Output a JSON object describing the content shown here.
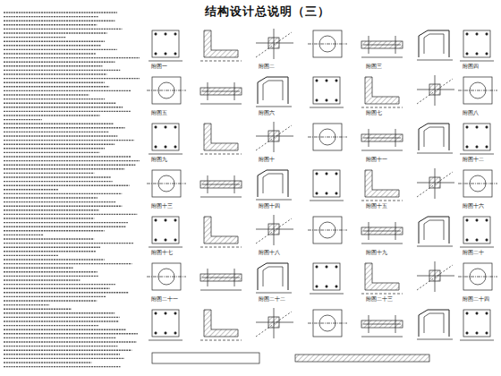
{
  "diagram": {
    "title": "结构设计总说明（三）",
    "labels": [
      "附图一",
      "附图二",
      "附图三",
      "附图四",
      "附图五",
      "附图六",
      "附图七",
      "附图八",
      "附图九",
      "附图十",
      "附图十一",
      "附图十二",
      "附图十三",
      "附图十四",
      "附图十五",
      "附图十六",
      "附图十七",
      "附图十八",
      "附图十九",
      "附图二十",
      "附图二十一",
      "附图二十二",
      "附图二十三",
      "附图二十四"
    ]
  }
}
